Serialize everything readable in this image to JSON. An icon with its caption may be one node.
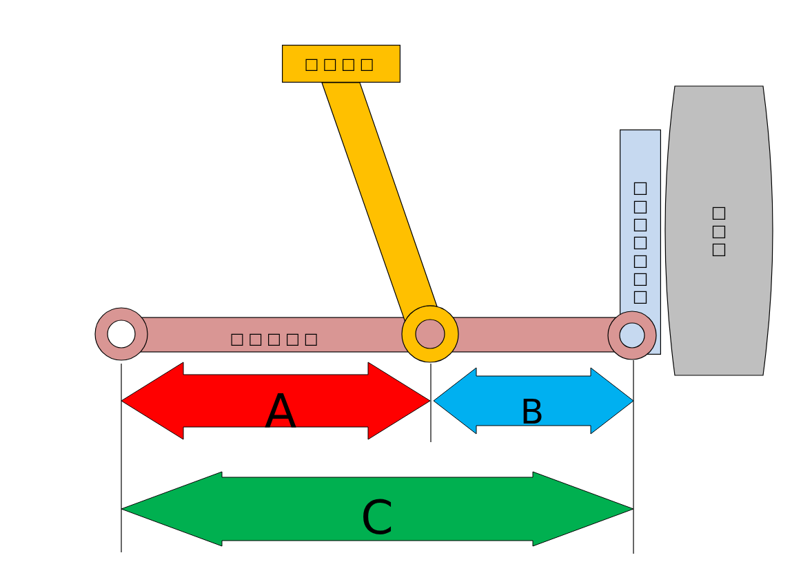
{
  "diagram": {
    "nodes": [
      {
        "text": [
          "□□□□"
        ]
      },
      {
        "text": [],
        "shape": "bar"
      },
      {
        "text": [
          "□□□□□□□"
        ]
      },
      {
        "text": [
          "□□□"
        ]
      },
      {
        "text": [
          "□□□□□"
        ]
      }
    ],
    "labels": [
      "A",
      "B",
      "C"
    ]
  }
}
